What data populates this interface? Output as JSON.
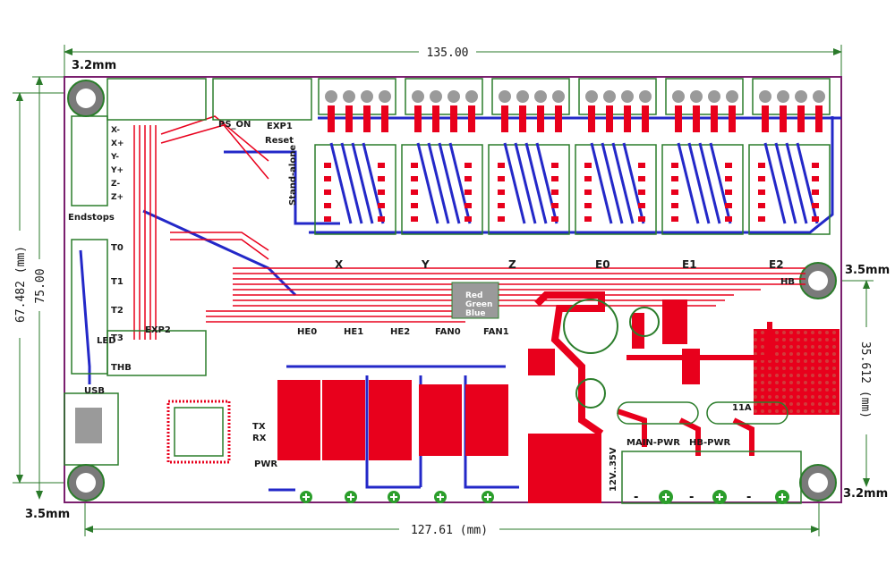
{
  "dimensions": {
    "top_width": "135.00",
    "bottom_width": "127.61 (mm)",
    "left_height_outer": "75.00",
    "left_height_inner": "67.482 (mm)",
    "right_height": "35.612 (mm)",
    "hole_tl": "3.2mm",
    "hole_bl": "3.5mm",
    "hole_br": "3.2mm",
    "hole_r": "3.5mm"
  },
  "silkscreen": {
    "endstops": "Endstops",
    "ps_on": "PS_ON",
    "exp1": "EXP1",
    "exp2": "EXP2",
    "reset": "Reset",
    "stand_alone": "Stand-alone",
    "usb": "USB",
    "tx": "TX",
    "rx": "RX",
    "pwr": "PWR",
    "thb": "THB",
    "t1": "T1",
    "t2": "T2",
    "t3": "T3",
    "t0": "T0",
    "hb": "HB",
    "he0": "HE0",
    "he1": "HE1",
    "he2": "HE2",
    "fan0": "FAN0",
    "fan1": "FAN1",
    "main_pwr": "MAIN-PWR",
    "hb_pwr": "HB-PWR",
    "range_12v": "12V..35V",
    "fuse_11a": "11A",
    "minus": "-",
    "plus": "+",
    "led": "LED",
    "red": "Red",
    "green": "Green",
    "blue": "Blue",
    "endstop_labels": [
      "X-",
      "X+",
      "Y-",
      "Y+",
      "Z-",
      "Z+"
    ],
    "driver_labels": [
      "X",
      "Y",
      "Z",
      "E0",
      "E1",
      "E2"
    ]
  },
  "colors": {
    "board_outline": "#7a1f6e",
    "dimension": "#1a1a1a",
    "dim_arrow": "#2a7a2a",
    "copper_top": "#e8001c",
    "copper_bottom": "#2328c8",
    "silkscreen": "#ffffff",
    "pad": "#9a9a9a",
    "component_outline": "#2b7d2b"
  },
  "icons": [
    "mounting-hole-icon",
    "plus-terminal-icon"
  ]
}
